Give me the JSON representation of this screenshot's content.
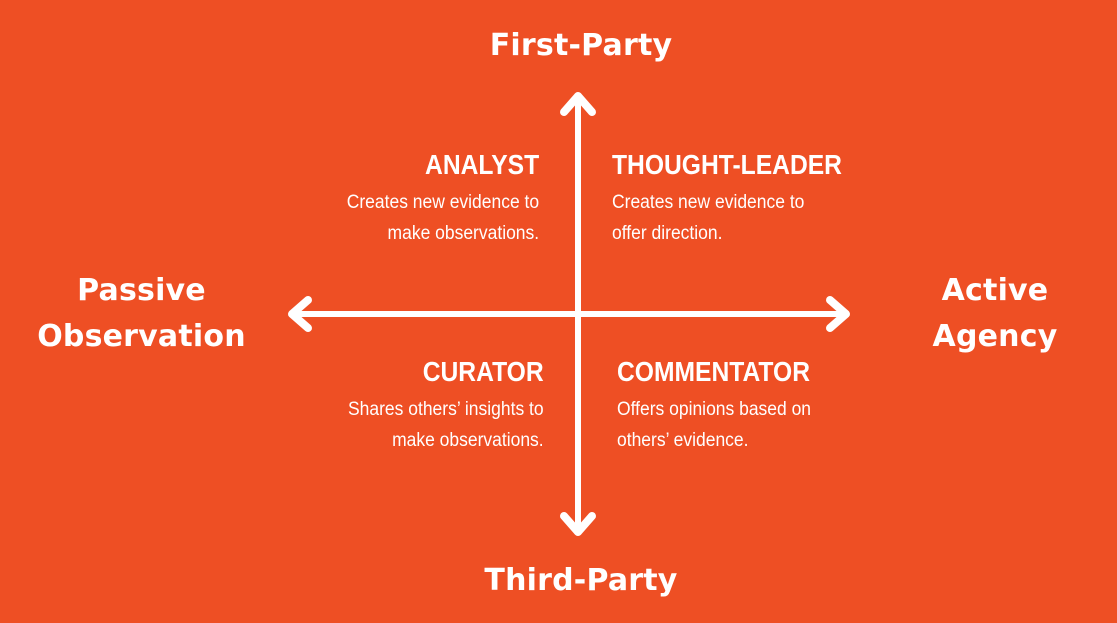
{
  "axes": {
    "top": "First-Party",
    "bottom": "Third-Party",
    "left": [
      "Passive",
      "Observation"
    ],
    "right": [
      "Active",
      "Agency"
    ]
  },
  "quadrants": {
    "top_left": {
      "title": "ANALYST",
      "desc": [
        "Creates new evidence to",
        "make observations."
      ]
    },
    "top_right": {
      "title": "THOUGHT-LEADER",
      "desc": [
        "Creates new evidence to",
        "offer direction."
      ]
    },
    "bottom_left": {
      "title": "CURATOR",
      "desc": [
        "Shares others’ insights to",
        "make observations."
      ]
    },
    "bottom_right": {
      "title": "COMMENTATOR",
      "desc": [
        "Offers opinions based on",
        "others’ evidence."
      ]
    }
  },
  "colors": {
    "background": "#ee4f24",
    "foreground": "#ffffff"
  }
}
